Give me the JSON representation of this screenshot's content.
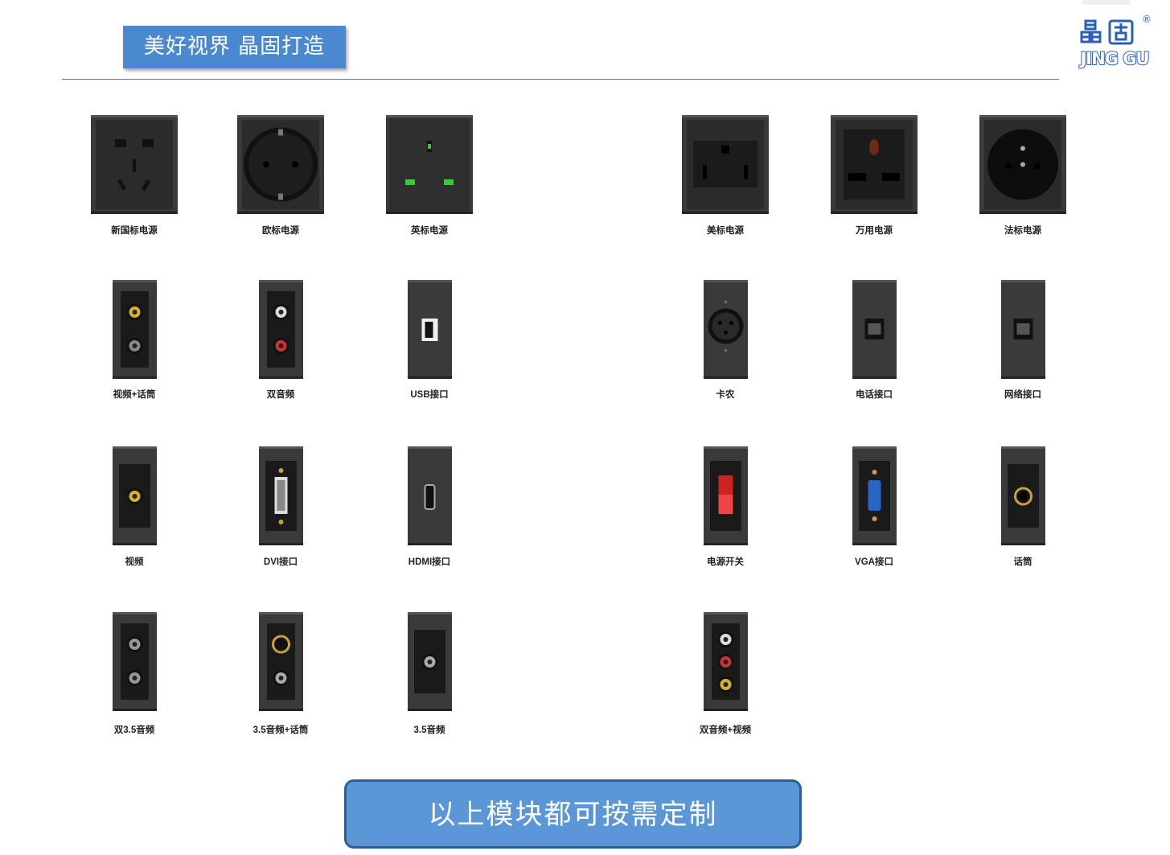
{
  "header": {
    "slogan": "美好视界 晶固打造",
    "logo_cn": "晶固",
    "logo_en": "JING GU",
    "logo_mark": "®",
    "accent": "#4a88cf"
  },
  "modules": [
    {
      "label": "新国标电源",
      "icon": "cn-power-socket-icon"
    },
    {
      "label": "欧标电源",
      "icon": "eu-power-socket-icon"
    },
    {
      "label": "英标电源",
      "icon": "uk-power-socket-icon"
    },
    {
      "label": "美标电源",
      "icon": "us-power-socket-icon"
    },
    {
      "label": "万用电源",
      "icon": "universal-power-socket-icon"
    },
    {
      "label": "法标电源",
      "icon": "fr-power-socket-icon"
    },
    {
      "label": "视频+话筒",
      "icon": "video-mic-jack-icon"
    },
    {
      "label": "双音频",
      "icon": "dual-audio-jack-icon"
    },
    {
      "label": "USB接口",
      "icon": "usb-port-icon"
    },
    {
      "label": "卡农",
      "icon": "xlr-port-icon"
    },
    {
      "label": "电话接口",
      "icon": "phone-port-icon"
    },
    {
      "label": "网络接口",
      "icon": "network-port-icon"
    },
    {
      "label": "视频",
      "icon": "video-jack-icon"
    },
    {
      "label": "DVI接口",
      "icon": "dvi-port-icon"
    },
    {
      "label": "HDMI接口",
      "icon": "hdmi-port-icon"
    },
    {
      "label": "电源开关",
      "icon": "power-switch-icon"
    },
    {
      "label": "VGA接口",
      "icon": "vga-port-icon"
    },
    {
      "label": "话筒",
      "icon": "mic-jack-icon"
    },
    {
      "label": "双3.5音频",
      "icon": "dual-35-audio-jack-icon"
    },
    {
      "label": "3.5音频+话筒",
      "icon": "35-audio-mic-jack-icon"
    },
    {
      "label": "3.5音频",
      "icon": "35-audio-jack-icon"
    },
    {
      "label": "双音频+视频",
      "icon": "av-rca-jack-icon"
    }
  ],
  "footer": {
    "text": "以上模块都可按需定制"
  }
}
